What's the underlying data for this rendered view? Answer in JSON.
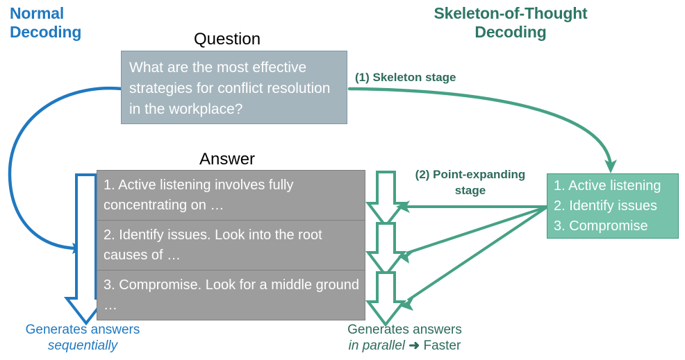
{
  "headings": {
    "left": "Normal\nDecoding",
    "left_line1": "Normal",
    "left_line2": "Decoding",
    "right_line1": "Skeleton-of-Thought",
    "right_line2": "Decoding"
  },
  "labels": {
    "question": "Question",
    "answer": "Answer"
  },
  "question": {
    "text": "What are the most effective strategies for conflict resolution in the workplace?"
  },
  "answer": {
    "items": [
      "1. Active listening involves fully concentrating on …",
      "2. Identify issues. Look into the root causes of …",
      "3. Compromise. Look for a middle ground …"
    ]
  },
  "skeleton": {
    "items": [
      "1. Active listening",
      "2. Identify issues",
      "3. Compromise"
    ]
  },
  "stages": {
    "stage1": "(1) Skeleton stage",
    "stage2_line1": "(2) Point-expanding",
    "stage2_line2": "stage"
  },
  "captions": {
    "left_line1": "Generates answers",
    "left_line2": "sequentially",
    "right_line1": "Generates answers",
    "right_line2_italic": "in parallel",
    "right_line2_arrow": "➜",
    "right_line2_tail": "Faster"
  },
  "colors": {
    "blue": "#2079c0",
    "green": "#3f9a7f",
    "green_dark": "#2d6b5c",
    "green_fill": "#76c2ab",
    "question_fill": "#a5b5bd",
    "answer_fill": "#9d9d9d",
    "white": "#ffffff"
  }
}
